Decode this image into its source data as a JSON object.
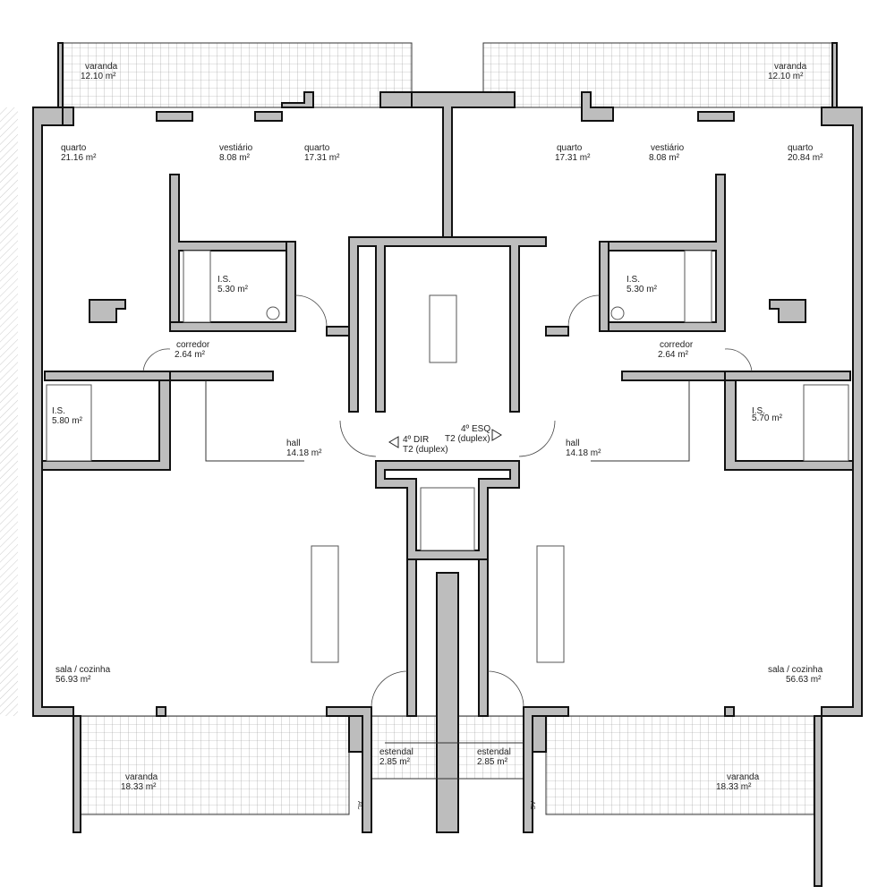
{
  "rooms": {
    "left": {
      "varanda_top": {
        "name": "varanda",
        "area": "12.10 m²"
      },
      "quarto_1": {
        "name": "quarto",
        "area": "21.16 m²"
      },
      "vestiario": {
        "name": "vestiário",
        "area": "8.08 m²"
      },
      "quarto_2": {
        "name": "quarto",
        "area": "17.31 m²"
      },
      "is_1": {
        "name": "I.S.",
        "area": "5.30 m²"
      },
      "corredor": {
        "name": "corredor",
        "area": "2.64 m²"
      },
      "is_2": {
        "name": "I.S.",
        "area": "5.80 m²"
      },
      "hall": {
        "name": "hall",
        "area": "14.18 m²"
      },
      "sala": {
        "name": "sala / cozinha",
        "area": "56.93 m²"
      },
      "estendal": {
        "name": "estendal",
        "area": "2.85 m²"
      },
      "varanda_bottom": {
        "name": "varanda",
        "area": "18.33 m²"
      },
      "ac": "AC"
    },
    "right": {
      "varanda_top": {
        "name": "varanda",
        "area": "12.10 m²"
      },
      "quarto_1": {
        "name": "quarto",
        "area": "20.84 m²"
      },
      "vestiario": {
        "name": "vestiário",
        "area": "8.08 m²"
      },
      "quarto_2": {
        "name": "quarto",
        "area": "17.31 m²"
      },
      "is_1": {
        "name": "I.S.",
        "area": "5.30 m²"
      },
      "corredor": {
        "name": "corredor",
        "area": "2.64 m²"
      },
      "is_2": {
        "name": "I.S.",
        "area": "5.70 m²"
      },
      "hall": {
        "name": "hall",
        "area": "14.18 m²"
      },
      "sala": {
        "name": "sala / cozinha",
        "area": "56.63 m²"
      },
      "estendal": {
        "name": "estendal",
        "area": "2.85 m²"
      },
      "varanda_bottom": {
        "name": "varanda",
        "area": "18.33 m²"
      },
      "ac": "AC"
    }
  },
  "units": {
    "dir": {
      "line1": "4º DIR",
      "line2": "T2 (duplex)"
    },
    "esq": {
      "line1": "4º ESQ",
      "line2": "T2 (duplex)"
    }
  },
  "colors": {
    "wall": "#bdbdbd",
    "line": "#111111"
  }
}
